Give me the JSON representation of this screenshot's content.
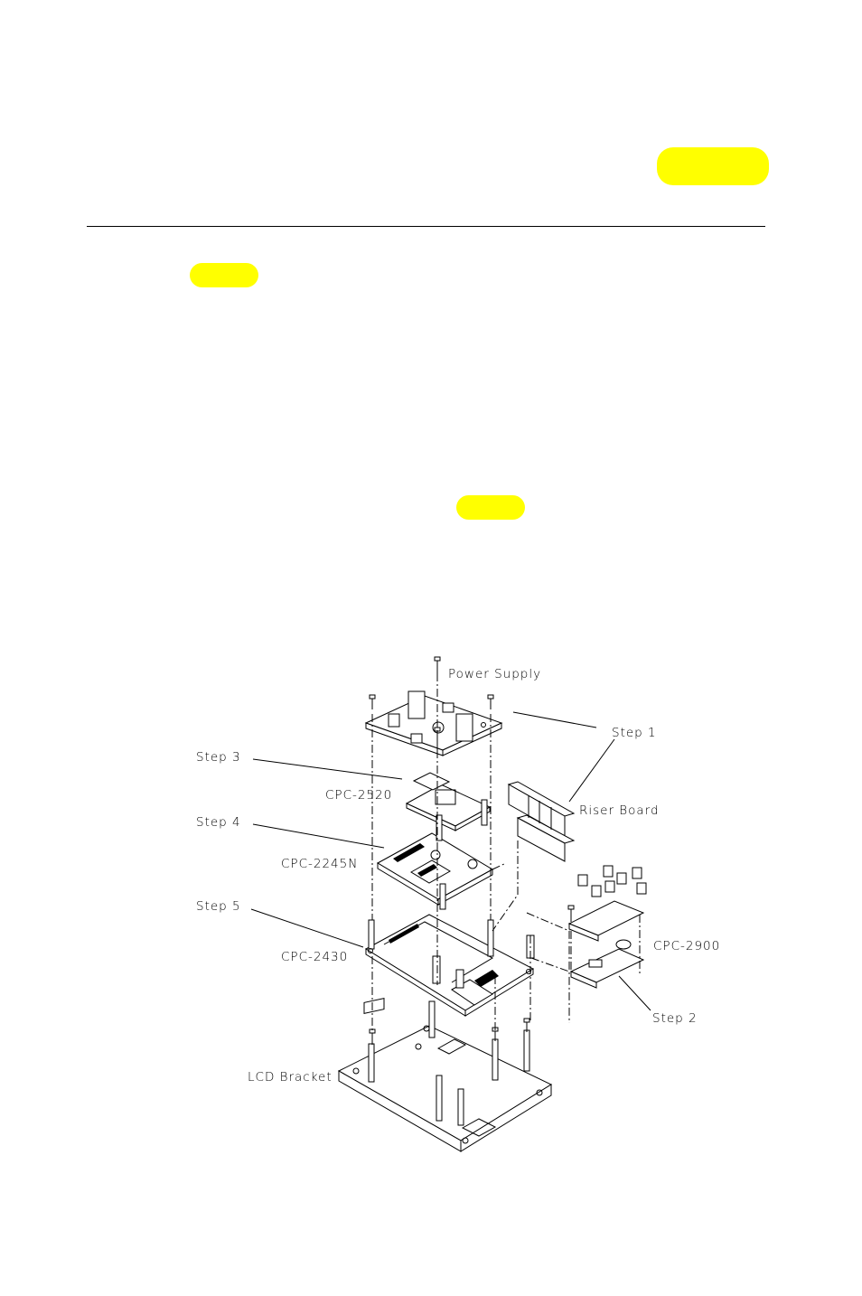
{
  "figure": {
    "labels": {
      "power_supply": "Power Supply",
      "step1": "Step 1",
      "step3": "Step 3",
      "cpc2520": "CPC-2520",
      "riser_board": "Riser Board",
      "step4": "Step 4",
      "cpc2245n": "CPC-2245N",
      "step5": "Step 5",
      "cpc2900": "CPC-2900",
      "cpc2430": "CPC-2430",
      "step2": "Step 2",
      "lcd_bracket": "LCD Bracket"
    }
  }
}
